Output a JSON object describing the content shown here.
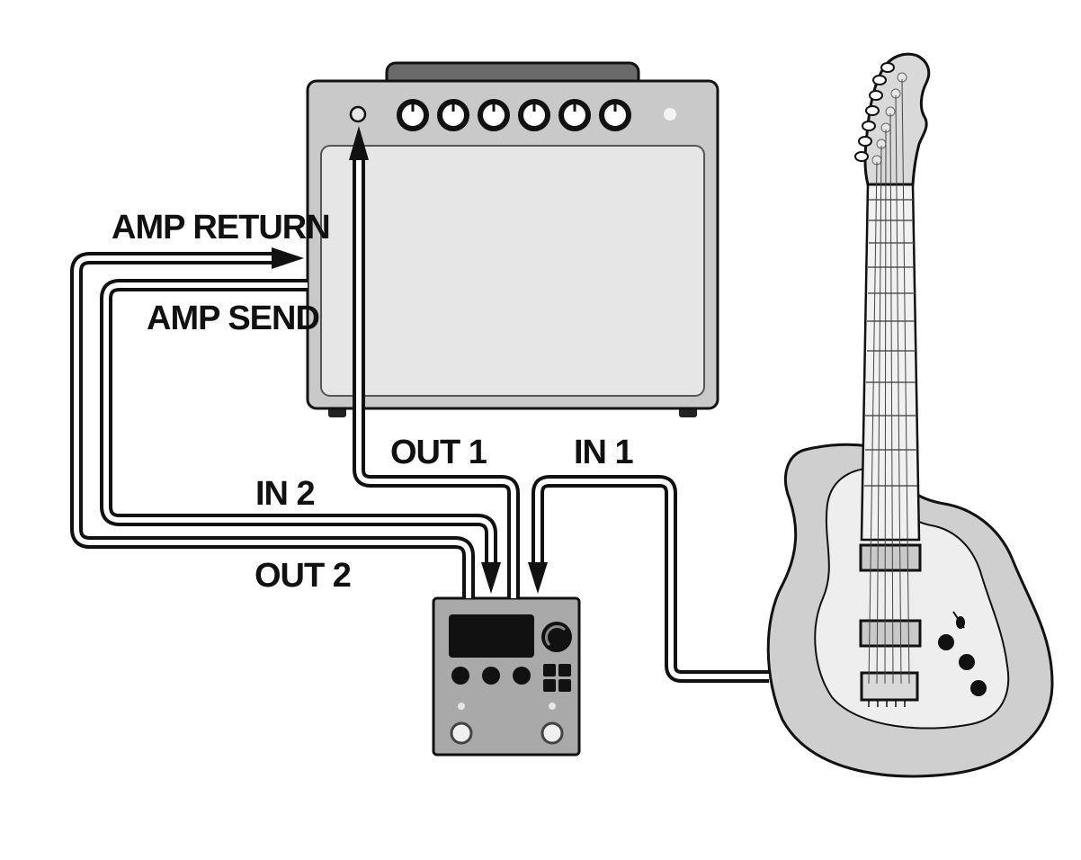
{
  "labels": {
    "amp_return": "AMP RETURN",
    "amp_send": "AMP SEND",
    "out1": "OUT 1",
    "in1": "IN 1",
    "in2": "IN 2",
    "out2": "OUT 2"
  },
  "colors": {
    "outline": "#111111",
    "cabinet": "#c9c9c9",
    "grille": "#e6e6e6",
    "body": "#cfcfcf",
    "pickguard": "#eeeeee",
    "device": "#a9a9a9"
  },
  "icons": [
    "amp-icon",
    "guitar-icon",
    "pedal-device-icon",
    "cable-icon",
    "arrow-icon"
  ]
}
